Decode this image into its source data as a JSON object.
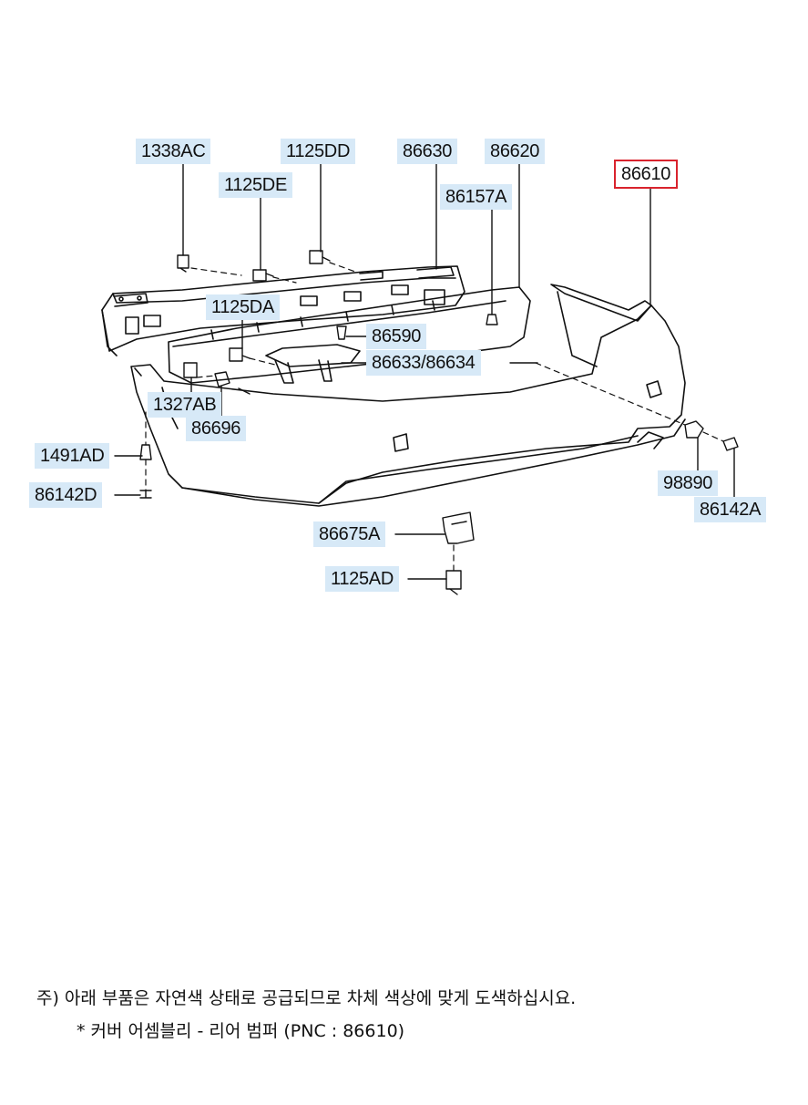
{
  "labels": {
    "l1338AC": "1338AC",
    "l1125DD": "1125DD",
    "l1125DE": "1125DE",
    "l86630": "86630",
    "l86620": "86620",
    "l86157A": "86157A",
    "l86610": "86610",
    "l1125DA": "1125DA",
    "l86590": "86590",
    "l86633_86634": "86633/86634",
    "l1327AB": "1327AB",
    "l86696": "86696",
    "l1491AD": "1491AD",
    "l86142D": "86142D",
    "l98890": "98890",
    "l86142A": "86142A",
    "l86675A": "86675A",
    "l1125AD": "1125AD"
  },
  "selected_part": "86610",
  "notes": {
    "line1": "주) 아래 부품은 자연색 상태로 공급되므로 차체 색상에 맞게 도색하십시요.",
    "line2": "* 커버 어셈블리 - 리어 범퍼 (PNC : 86610)"
  },
  "colors": {
    "label_bg": "#d7e9f7",
    "selected_border": "#d9232d",
    "line": "#111111"
  }
}
